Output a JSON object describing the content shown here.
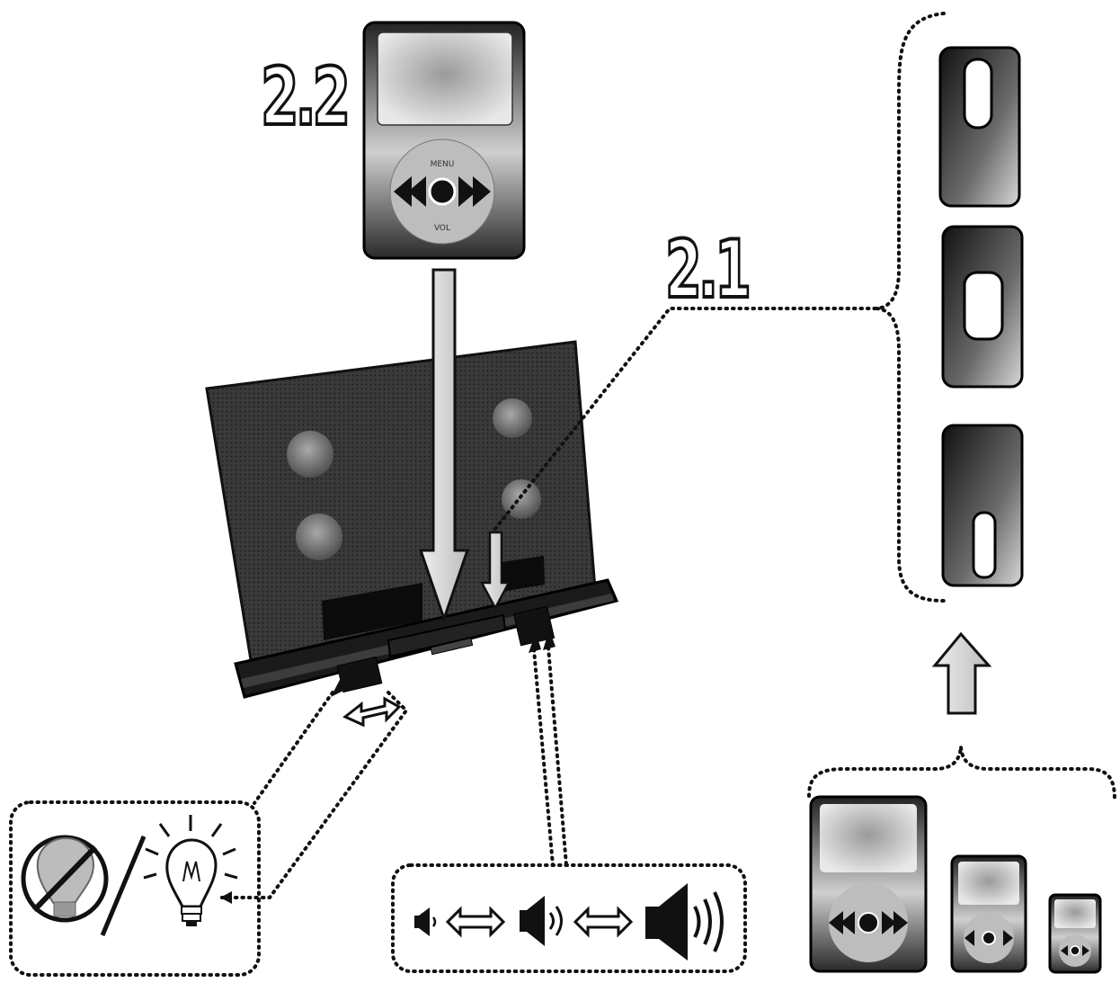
{
  "labels": {
    "step_2_2": "2.2",
    "step_2_1": "2.1"
  },
  "player": {
    "wheel_top": "MENU",
    "wheel_bottom": "VOL"
  },
  "icons": {
    "light_off": "light-off-icon",
    "light_on": "light-on-icon",
    "volume_low": "volume-low-icon",
    "volume_mid": "volume-mid-icon",
    "volume_high": "volume-high-icon",
    "adapter": "dock-adapter-icon",
    "media_player": "media-player-icon"
  },
  "colors": {
    "ink": "#111111",
    "speaker_body": "#2b2b2b",
    "arrow_fill": "#d8d8d8"
  }
}
